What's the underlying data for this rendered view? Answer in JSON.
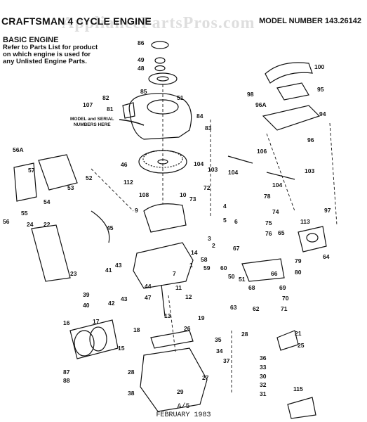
{
  "header": {
    "left": "CRAFTSMAN 4 CYCLE ENGINE",
    "right": "MODEL NUMBER 143.26142",
    "watermark": "AppliancePartsPros.com"
  },
  "section_title": "BASIC ENGINE",
  "note_lines": [
    "Refer to Parts List for product",
    "on which engine is used for",
    "any Unlisted Engine Parts."
  ],
  "serial_note": [
    "MODEL and SERIAL",
    "NUMBERS HERE"
  ],
  "footer": {
    "page": "A/5",
    "date": "FEBRUARY 1983"
  },
  "part_labels": [
    "86",
    "49",
    "48",
    "51",
    "85",
    "82",
    "107",
    "81",
    "84",
    "83",
    "100",
    "95",
    "96A",
    "94",
    "98",
    "96",
    "56A",
    "57",
    "53",
    "52",
    "46",
    "112",
    "104",
    "103",
    "104",
    "106",
    "103",
    "104",
    "108",
    "10",
    "72",
    "73",
    "55",
    "54",
    "56",
    "24",
    "22",
    "45",
    "9",
    "4",
    "5",
    "6",
    "3",
    "2",
    "78",
    "74",
    "75",
    "76",
    "65",
    "97",
    "113",
    "64",
    "67",
    "60",
    "58",
    "59",
    "50",
    "66",
    "80",
    "79",
    "41",
    "43",
    "44",
    "47",
    "11",
    "14",
    "7",
    "1",
    "12",
    "51",
    "68",
    "69",
    "70",
    "71",
    "62",
    "63",
    "39",
    "40",
    "42",
    "43",
    "23",
    "16",
    "17",
    "18",
    "13",
    "19",
    "15",
    "26",
    "35",
    "28",
    "21",
    "34",
    "25",
    "36",
    "37",
    "33",
    "30",
    "32",
    "31",
    "87",
    "88",
    "28",
    "27",
    "38",
    "29",
    "115"
  ]
}
